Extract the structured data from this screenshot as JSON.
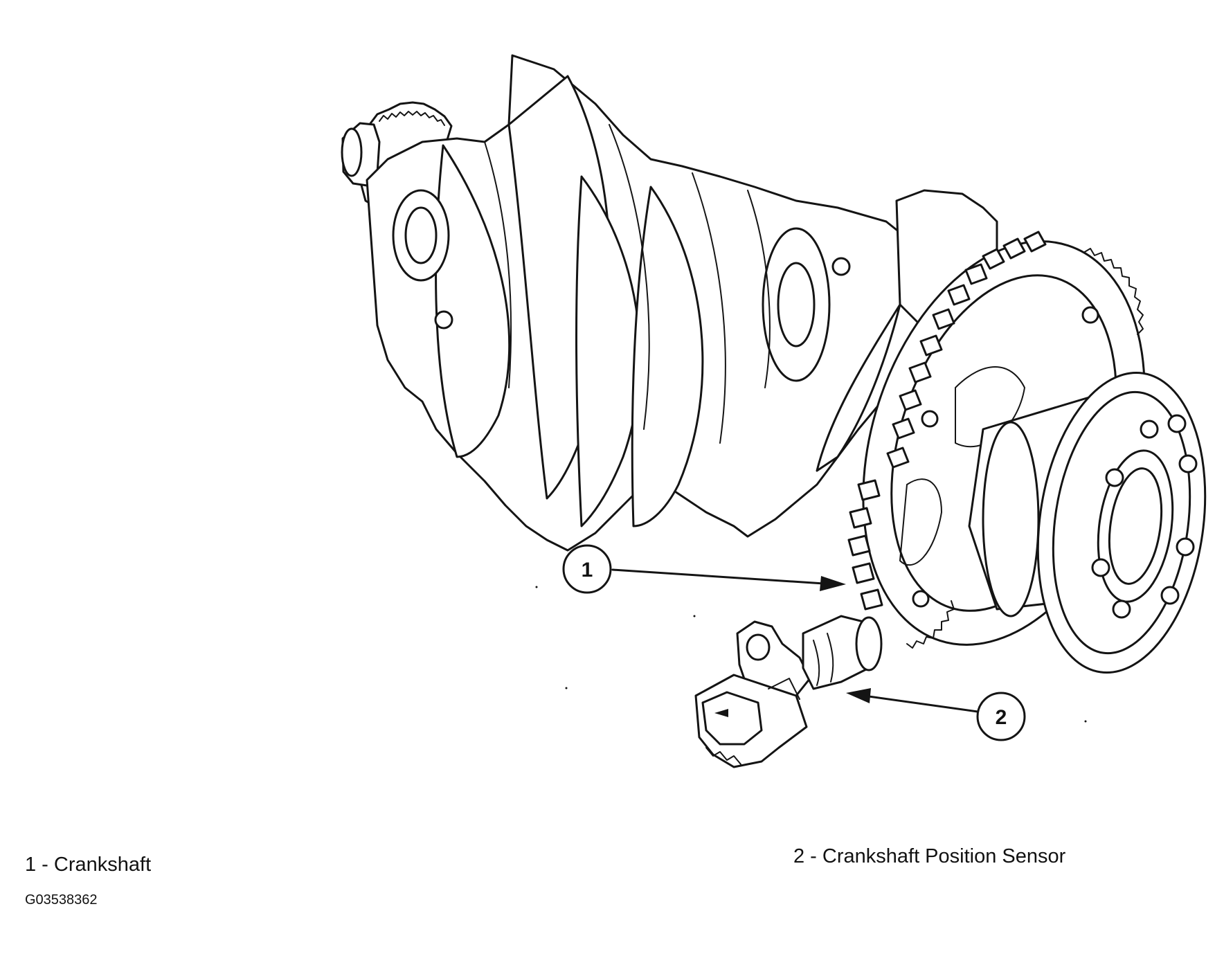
{
  "callouts": [
    {
      "number": "1",
      "part": "Crankshaft"
    },
    {
      "number": "2",
      "part": "Crankshaft Position Sensor"
    }
  ],
  "legend": [
    {
      "text": "1 - Crankshaft"
    },
    {
      "text": "2 - Crankshaft Position Sensor"
    }
  ],
  "figure_id": "G03538362",
  "colors": {
    "ink": "#141414",
    "background": "#ffffff"
  }
}
